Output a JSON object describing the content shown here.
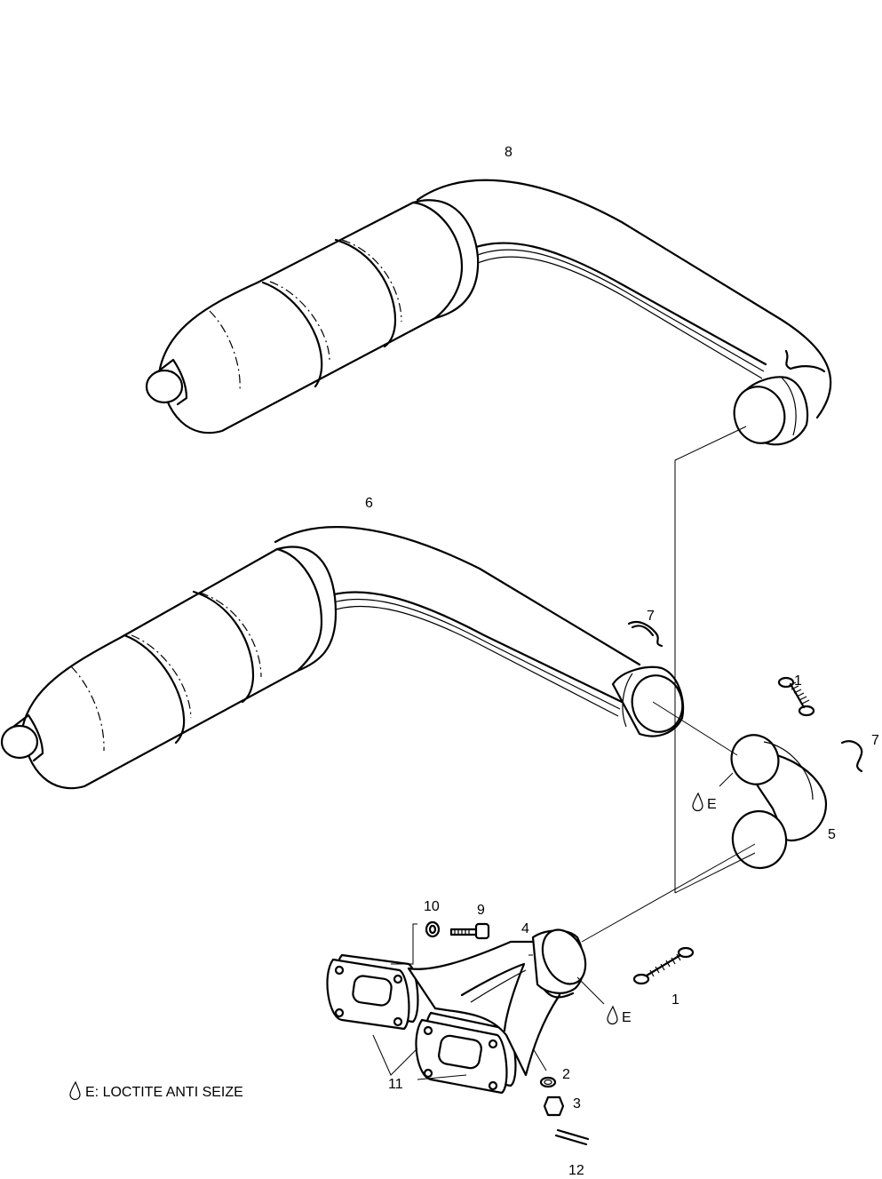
{
  "callouts": {
    "c8": "8",
    "c6": "6",
    "c7a": "7",
    "c7b": "7",
    "c1a": "1",
    "c1b": "1",
    "c5": "5",
    "c10": "10",
    "c9": "9",
    "c4": "4",
    "c2": "2",
    "c3": "3",
    "c11": "11",
    "c12": "12"
  },
  "notes": {
    "e1": "E",
    "e2": "E",
    "legend": "E: LOCTITE ANTI SEIZE"
  },
  "icons": {
    "drop": "drop-icon"
  }
}
